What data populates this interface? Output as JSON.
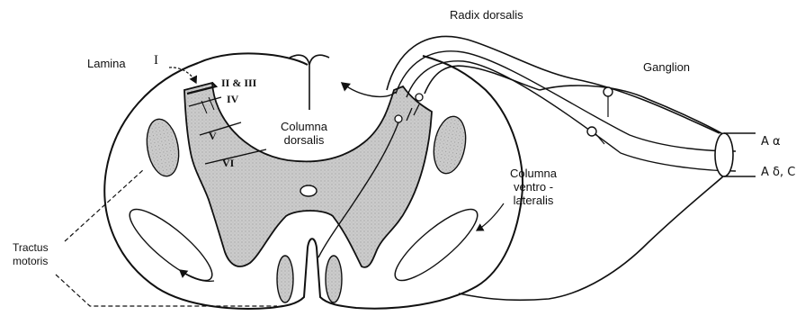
{
  "labels": {
    "radix_dorsalis": "Radix dorsalis",
    "ganglion": "Ganglion",
    "lamina": "Lamina",
    "lamina_roman": "I",
    "lamina_ii_iii": "II & III",
    "lamina_iv": "IV",
    "lamina_v": "V",
    "lamina_vi": "VI",
    "columna_dorsalis": [
      "Columna",
      "dorsalis"
    ],
    "columna_ventrolateralis": [
      "Columna",
      "ventro -",
      "lateralis"
    ],
    "tractus_motoris": [
      "Tractus",
      "motoris"
    ],
    "fiber_a_alpha": "A α",
    "fiber_a_delta_c": "A δ, C"
  },
  "colors": {
    "grey_matter": "#c9c9c9",
    "ink": "#111111",
    "background": "#ffffff"
  }
}
